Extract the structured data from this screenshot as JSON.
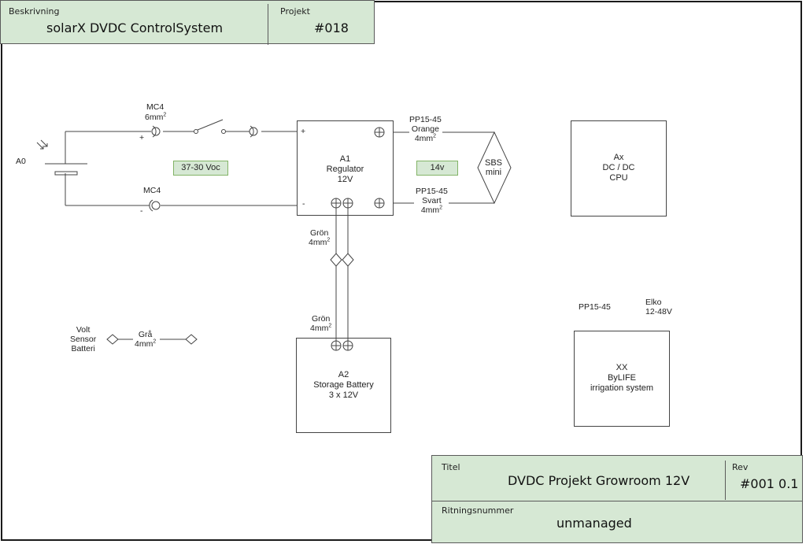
{
  "header": {
    "description_label": "Beskrivning",
    "description_value": "solarX DVDC ControlSystem",
    "project_label": "Projekt",
    "project_value": "#018"
  },
  "footer": {
    "title_label": "Titel",
    "title_value": "DVDC Projekt Growroom 12V",
    "rev_label": "Rev",
    "rev_value": "#001 0.1",
    "drawing_number_label": "Ritningsnummer",
    "drawing_number_value": "unmanaged"
  },
  "colors": {
    "title_block_fill": "#d6e8d4",
    "tag_fill": "#d6e8d4",
    "tag_border": "#82b366",
    "line": "#444444"
  },
  "schematic": {
    "solar_panel": {
      "label": "A0",
      "icon": "solar-cell-icon"
    },
    "mc4_top": {
      "label": "MC4",
      "size": "6mm",
      "size_sup": "2",
      "polarity": "+"
    },
    "mc4_bottom": {
      "label": "MC4",
      "polarity": "-"
    },
    "voc_tag": "37-30 Voc",
    "regulator": {
      "id": "A1",
      "name": "Regulator",
      "rating": "12V",
      "plus": "+",
      "minus": "-"
    },
    "output_top": {
      "cable": "PP15-45",
      "color": "Orange",
      "size": "4mm",
      "size_sup": "2"
    },
    "output_bottom": {
      "cable": "PP15-45",
      "color": "Svart",
      "size": "4mm",
      "size_sup": "2"
    },
    "voltage_tag": "14v",
    "sbs": {
      "line1": "SBS",
      "line2": "mini"
    },
    "green_cable_upper": {
      "color": "Grön",
      "size": "4mm",
      "size_sup": "2"
    },
    "green_cable_lower": {
      "color": "Grön",
      "size": "4mm",
      "size_sup": "2"
    },
    "battery": {
      "id": "A2",
      "name": "Storage Battery",
      "rating": "3 x 12V"
    },
    "volt_sensor": {
      "line1": "Volt",
      "line2": "Sensor",
      "line3": "Batteri",
      "cable_color": "Grå",
      "cable_size": "4mm",
      "cable_size_sup": "2"
    },
    "dcdc": {
      "id": "Ax",
      "name": "DC / DC",
      "sub": "CPU"
    },
    "irrigation": {
      "id": "XX",
      "name": "ByLIFE",
      "sub": "irrigation system"
    },
    "pp_label": "PP15-45",
    "elko": {
      "line1": "Elko",
      "line2": "12-48V"
    }
  }
}
